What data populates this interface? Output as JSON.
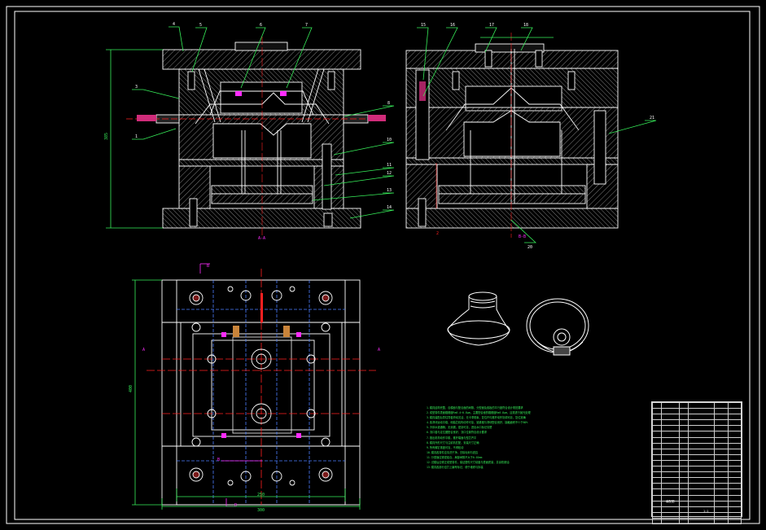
{
  "drawing": {
    "frame_color": "#ffffff",
    "line_color": "#ffffff",
    "leader_color": "#37f05a",
    "center_color": "#ff2020",
    "hidden_color": "#4a7dff",
    "accent_color": "#ff2cff",
    "hatch_color": "#9a9a9a"
  },
  "views": {
    "section_aa_label": "A-A",
    "section_bb_label": "B-B",
    "plan_cut_a_left": "A",
    "plan_cut_a_right": "A",
    "plan_cut_b_top": "B",
    "plan_cut_b_bottom": "B",
    "plan_cut_b_mid": "B"
  },
  "callouts": [
    "4",
    "5",
    "6",
    "7",
    "3",
    "8",
    "1",
    "10",
    "11",
    "12",
    "13",
    "14",
    "15",
    "16",
    "17",
    "18",
    "21",
    "20",
    "2"
  ],
  "dimensions": {
    "left_height": "385",
    "plan_height": "400",
    "plan_width_inner": "250",
    "plan_width_outer": "300"
  },
  "notes": [
    "1.模具结构完整，合模面与配合面的间隙，分型面及各板的平行度符合设计规范要求",
    "2.成型零件表面粗糙度Ra0.4~0.8μm，主要配合面的粗糙度Ra0.8μm，且需进行抛光处理",
    "3.模具装配后导柱导套滑动灵活，无卡滞现象，复位杆与推杆动作协调可靠，复位准确",
    "4.各滑块运动平稳，侧抽芯机构动作可靠，锁紧楔与滑块配合良好，接触面积不少于80%",
    "5.冷却水道通畅，无渗漏，密封可靠，进出水口标记清楚",
    "6.浇口套与定位圈配合良好，浇口位置符合设计要求",
    "7.推出机构动作平稳，推杆端面与型芯齐平",
    "8.模具外形尺寸与注射机匹配，安装尺寸正确",
    "9.所有螺钉紧固可靠，不得松动",
    "10.模具各零件应清洗干净，去除毛刺与锐边",
    "11.分型面应紧密贴合，局部间隙不大于0.02mm",
    "12.试模后应修正成型零件，保证塑件尺寸精度与表面质量，并涂防锈油",
    "13.模具各部分应打上编号标记，便于维修与拆装"
  ],
  "title_block": {
    "drawing_name": "装配图",
    "scale_label": "1:1",
    "row_count": 21
  }
}
